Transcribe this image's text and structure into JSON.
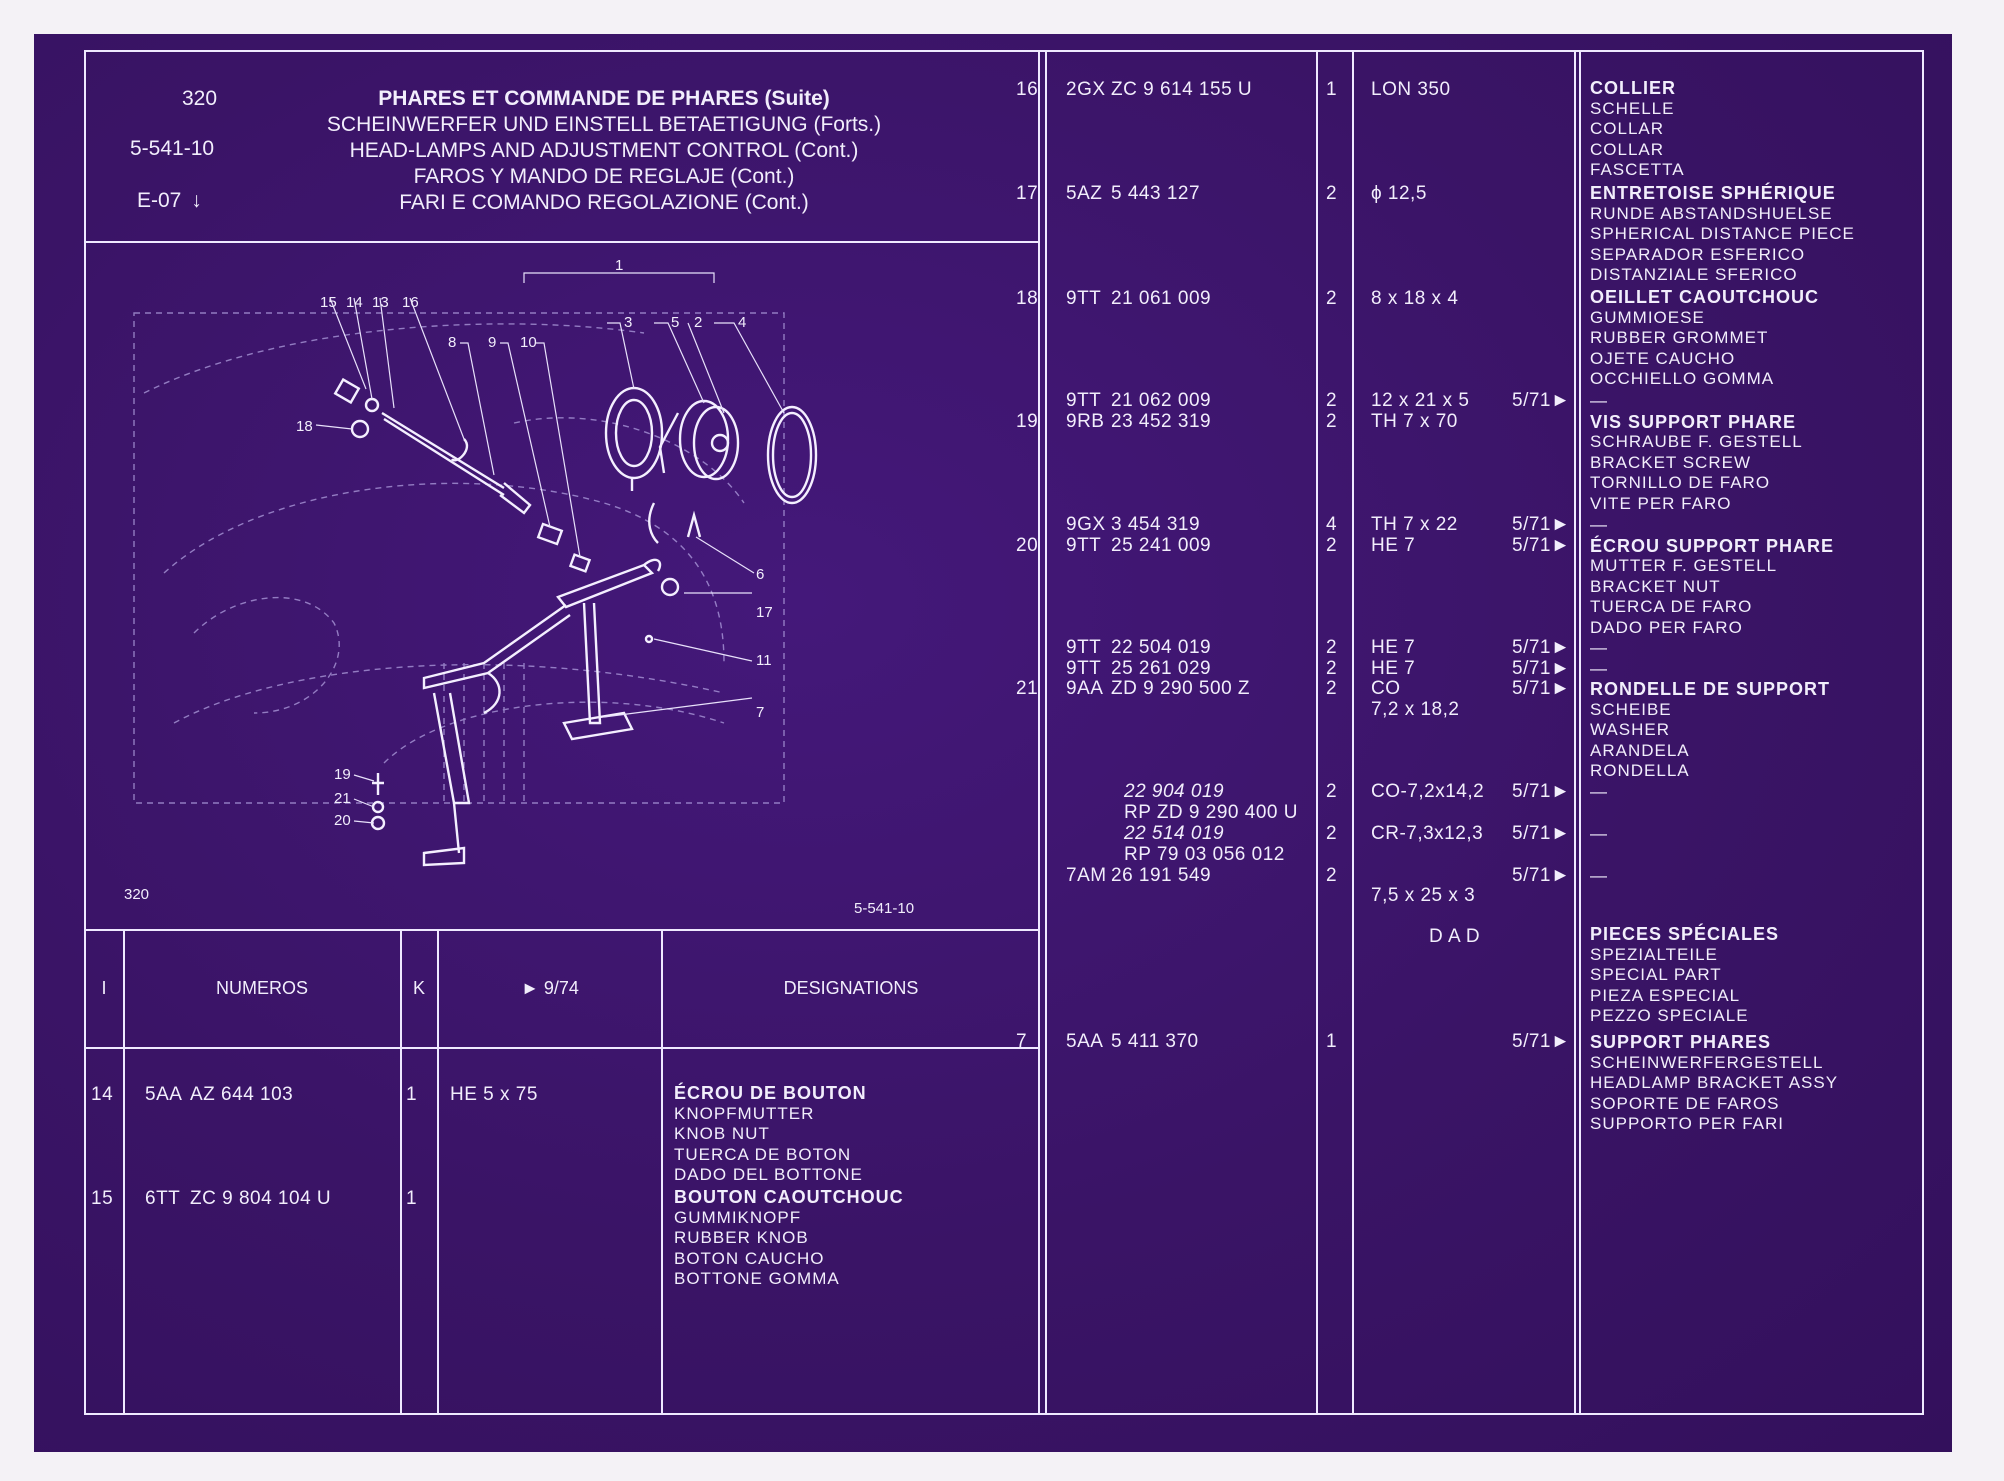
{
  "header": {
    "group": "320",
    "plate": "5-541-10",
    "edition": "E-07",
    "edition_arrow": "↓",
    "titles": [
      {
        "text": "PHARES ET COMMANDE DE PHARES (Suite)",
        "bold": true
      },
      {
        "text": "SCHEINWERFER UND EINSTELL BETAETIGUNG (Forts.)",
        "bold": false
      },
      {
        "text": "HEAD-LAMPS AND ADJUSTMENT CONTROL (Cont.)",
        "bold": false
      },
      {
        "text": "FAROS Y MANDO DE REGLAJE (Cont.)",
        "bold": false
      },
      {
        "text": "FARI E COMANDO REGOLAZIONE (Cont.)",
        "bold": false
      }
    ]
  },
  "figure": {
    "group": "320",
    "plate": "5-541-10",
    "callouts": [
      "15",
      "14",
      "13",
      "16",
      "1",
      "3",
      "5",
      "2",
      "4",
      "8",
      "9",
      "10",
      "18",
      "6",
      "17",
      "11",
      "7",
      "19",
      "21",
      "20"
    ]
  },
  "table_header": {
    "col_index": "I",
    "col_numbers": "NUMEROS",
    "col_k": "K",
    "col_date": "► 9/74",
    "col_designations": "DESIGNATIONS"
  },
  "left_items": [
    {
      "index": "14",
      "prefix": "5AA",
      "ref": "AZ 644  103",
      "qty": "1",
      "size": "HE 5 x 75",
      "designations": [
        "ÉCROU DE BOUTON",
        "KNOPFMUTTER",
        "KNOB NUT",
        "TUERCA DE BOTON",
        "DADO DEL BOTTONE"
      ]
    },
    {
      "index": "15",
      "prefix": "6TT",
      "ref": "ZC  9  804  104  U",
      "qty": "1",
      "size": "",
      "designations": [
        "BOUTON CAOUTCHOUC",
        "GUMMIKNOPF",
        "RUBBER KNOB",
        "BOTON CAUCHO",
        "BOTTONE GOMMA"
      ]
    }
  ],
  "right_rows": [
    {
      "index": "16",
      "prefixes": [
        "2GX"
      ],
      "refs": [
        "ZC  9  614  155  U"
      ],
      "qtys": [
        "1"
      ],
      "sizes": [
        "LON 350"
      ],
      "dates": [],
      "designations": [
        "COLLIER",
        "SCHELLE",
        "COLLAR",
        "COLLAR",
        "FASCETTA"
      ]
    },
    {
      "index": "17",
      "prefixes": [
        "5AZ"
      ],
      "refs": [
        "5  443  127"
      ],
      "qtys": [
        "2"
      ],
      "sizes": [
        "ϕ 12,5"
      ],
      "dates": [],
      "designations": [
        "ENTRETOISE SPHÉRIQUE",
        "RUNDE ABSTANDSHUELSE",
        "SPHERICAL DISTANCE PIECE",
        "SEPARADOR ESFERICO",
        "DISTANZIALE SFERICO"
      ]
    },
    {
      "index": "18",
      "prefixes": [
        "9TT"
      ],
      "refs": [
        "21  061  009"
      ],
      "qtys": [
        "2"
      ],
      "sizes": [
        "8 x 18 x 4"
      ],
      "dates": [],
      "designations": [
        "OEILLET CAOUTCHOUC",
        "GUMMIOESE",
        "RUBBER GROMMET",
        "OJETE CAUCHO",
        "OCCHIELLO GOMMA"
      ]
    },
    {
      "index": "19",
      "prefixes": [
        "9TT",
        "9RB"
      ],
      "refs": [
        "21  062  009",
        "23  452  319"
      ],
      "qtys": [
        "2",
        "2"
      ],
      "sizes": [
        "12 x 21 x 5",
        "TH    7 x 70"
      ],
      "dates": [
        "",
        "5/71►"
      ],
      "designations": [
        "—",
        "VIS SUPPORT PHARE",
        "SCHRAUBE F. GESTELL",
        "BRACKET SCREW",
        "TORNILLO DE FARO",
        "VITE PER FARO"
      ]
    },
    {
      "index": "20",
      "prefixes": [
        "9GX",
        "9TT"
      ],
      "refs": [
        "3  454  319",
        "25  241  009"
      ],
      "qtys": [
        "4",
        "2"
      ],
      "sizes": [
        "TH    7 x 22",
        "HE    7"
      ],
      "dates": [
        "5/71►",
        "5/71►"
      ],
      "designations": [
        "—",
        "ÉCROU SUPPORT PHARE",
        "MUTTER F. GESTELL",
        "BRACKET NUT",
        "TUERCA DE FARO",
        "DADO PER FARO"
      ]
    },
    {
      "index": "21",
      "prefixes": [
        "9TT",
        "9TT",
        "9AA"
      ],
      "refs": [
        "22  504  019",
        "25  261  029",
        "ZD  9  290  500  Z"
      ],
      "qtys": [
        "2",
        "2",
        "2"
      ],
      "sizes": [
        "HE    7",
        "HE    7",
        "CO",
        "7,2 x 18,2"
      ],
      "dates": [
        "5/71►",
        "5/71►",
        "5/71►"
      ],
      "designations": [
        "—",
        "—",
        "RONDELLE DE SUPPORT",
        "SCHEIBE",
        "WASHER",
        "ARANDELA",
        "RONDELLA"
      ]
    },
    {
      "index": "",
      "prefixes": [],
      "refs": [
        "22  904  019",
        "RP ZD 9 290 400 U"
      ],
      "qtys": [
        "2"
      ],
      "sizes": [
        "CO-7,2x14,2"
      ],
      "dates": [
        "5/71►"
      ],
      "designations": [
        "—"
      ]
    },
    {
      "index": "",
      "prefixes": [],
      "refs": [
        "22  514  019",
        "RP 79  03  056  012"
      ],
      "qtys": [
        "2"
      ],
      "sizes": [
        "CR-7,3x12,3"
      ],
      "dates": [
        "5/71►"
      ],
      "designations": [
        "—"
      ]
    },
    {
      "index": "",
      "prefixes": [
        "7AM"
      ],
      "refs": [
        "26  191  549"
      ],
      "qtys": [
        "2"
      ],
      "sizes": [
        "7,5 x 25 x 3"
      ],
      "dates": [
        "5/71►"
      ],
      "designations": [
        "—"
      ]
    },
    {
      "index": "",
      "prefixes": [],
      "refs": [],
      "qtys": [],
      "sizes": [
        "D A D"
      ],
      "dates": [],
      "designations": [
        "PIECES SPÉCIALES",
        "SPEZIALTEILE",
        "SPECIAL PART",
        "PIEZA ESPECIAL",
        "PEZZO SPECIALE"
      ]
    },
    {
      "index": "7",
      "prefixes": [
        "5AA"
      ],
      "refs": [
        "5  411  370"
      ],
      "qtys": [
        "1"
      ],
      "sizes": [],
      "dates": [
        "5/71►"
      ],
      "designations": [
        "SUPPORT PHARES",
        "SCHEINWERFERGESTELL",
        "HEADLAMP BRACKET ASSY",
        "SOPORTE DE FAROS",
        "SUPPORTO PER FARI"
      ]
    }
  ]
}
